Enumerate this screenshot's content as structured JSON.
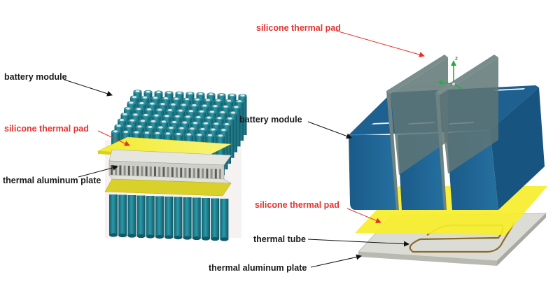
{
  "labels": {
    "left_battery_module": "battery module",
    "left_silicone_pad": "silicone thermal pad",
    "left_aluminum_plate": "thermal aluminum plate",
    "right_silicone_pad_top": "silicone thermal pad",
    "right_battery_module": "battery module",
    "right_silicone_pad_mid": "silicone thermal pad",
    "right_thermal_tube": "thermal tube",
    "right_aluminum_plate": "thermal aluminum plate"
  },
  "axis_label": "z",
  "colors": {
    "red_label": "#e5322d",
    "dark_label": "#1a1a1a",
    "cell_body": "#1f7f8f",
    "cell_cap": "#cfd6d6",
    "pad_yellow": "#f2ea2a",
    "module_blue": "#1e6090",
    "plate_gray": "#d8d8d3",
    "tube_brown": "#8a6a2a"
  }
}
